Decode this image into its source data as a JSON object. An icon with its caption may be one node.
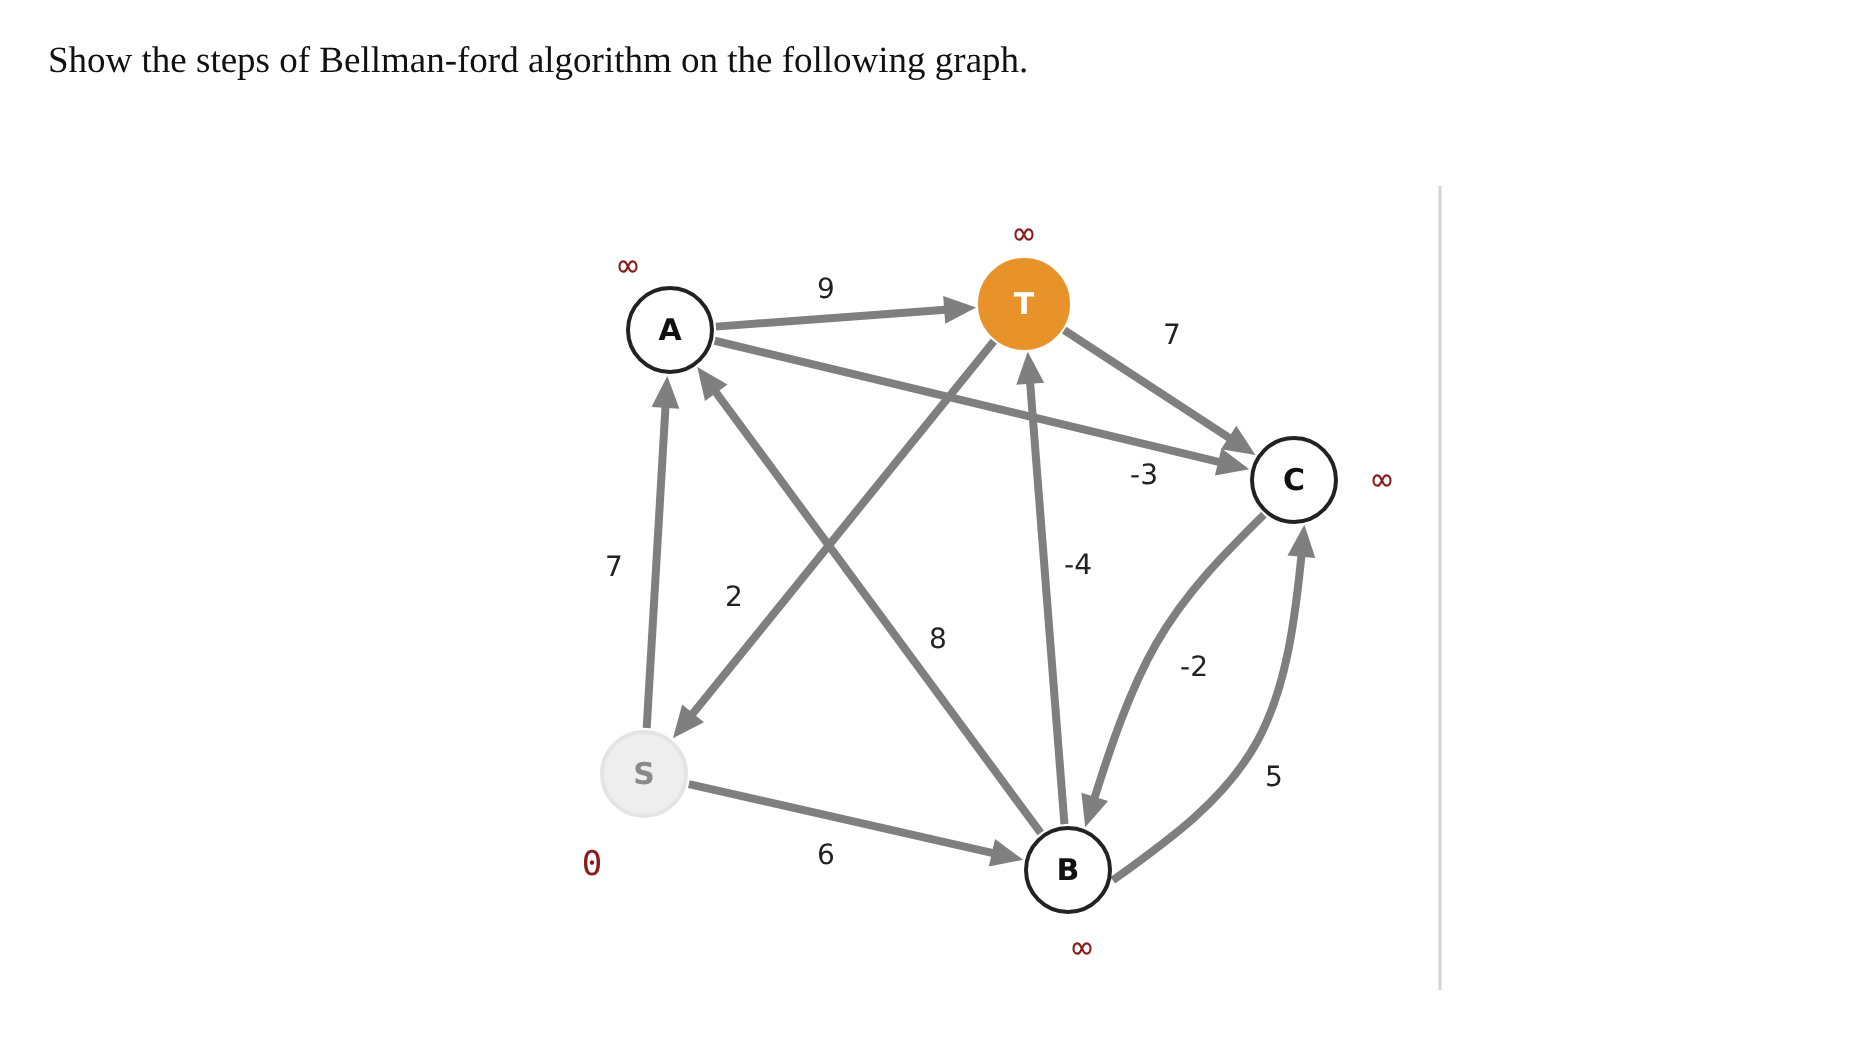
{
  "diagram": {
    "title": "Show the steps of Bellman-ford algorithm on the following graph.",
    "nodes": [
      {
        "text": [
          "A"
        ],
        "beside": [
          "∞"
        ]
      },
      {
        "text": [
          "T"
        ],
        "beside": [
          "∞"
        ]
      },
      {
        "text": [
          "C"
        ],
        "beside": [
          "∞"
        ]
      },
      {
        "text": [
          "S"
        ],
        "beside": [
          "0"
        ]
      },
      {
        "text": [
          "B"
        ],
        "beside": [
          "∞"
        ]
      }
    ],
    "edges": [
      {
        "from": 0,
        "to": 1,
        "arrow": "to",
        "label": "9"
      },
      {
        "from": 0,
        "to": 2,
        "arrow": "to",
        "label": "-3"
      },
      {
        "from": 1,
        "to": 2,
        "arrow": "to",
        "label": "7"
      },
      {
        "from": 1,
        "to": 3,
        "arrow": "to",
        "label": "2"
      },
      {
        "from": 3,
        "to": 0,
        "arrow": "to",
        "label": "7"
      },
      {
        "from": 4,
        "to": 0,
        "arrow": "to",
        "label": "8"
      },
      {
        "from": 4,
        "to": 1,
        "arrow": "to",
        "label": "-4"
      },
      {
        "from": 3,
        "to": 4,
        "arrow": "to",
        "label": "6"
      },
      {
        "from": 2,
        "to": 4,
        "arrow": "to",
        "label": "-2"
      },
      {
        "from": 4,
        "to": 2,
        "arrow": "to",
        "label": "5"
      }
    ]
  }
}
